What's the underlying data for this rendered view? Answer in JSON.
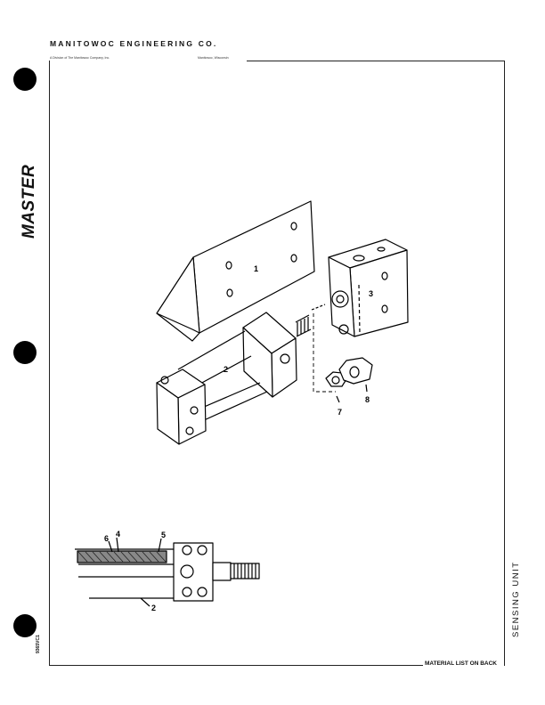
{
  "header": {
    "company": "MANITOWOC ENGINEERING CO.",
    "division": "A Division of The Manitowoc Company, Inc.",
    "location": "Manitowoc, Wisconsin"
  },
  "stamp": "MASTER",
  "title": "SENSING UNIT",
  "document_number": "9365VC1",
  "footer_note": "MATERIAL LIST ON BACK",
  "callouts": [
    "1",
    "2",
    "3",
    "7",
    "8",
    "6",
    "4",
    "5",
    "2"
  ]
}
